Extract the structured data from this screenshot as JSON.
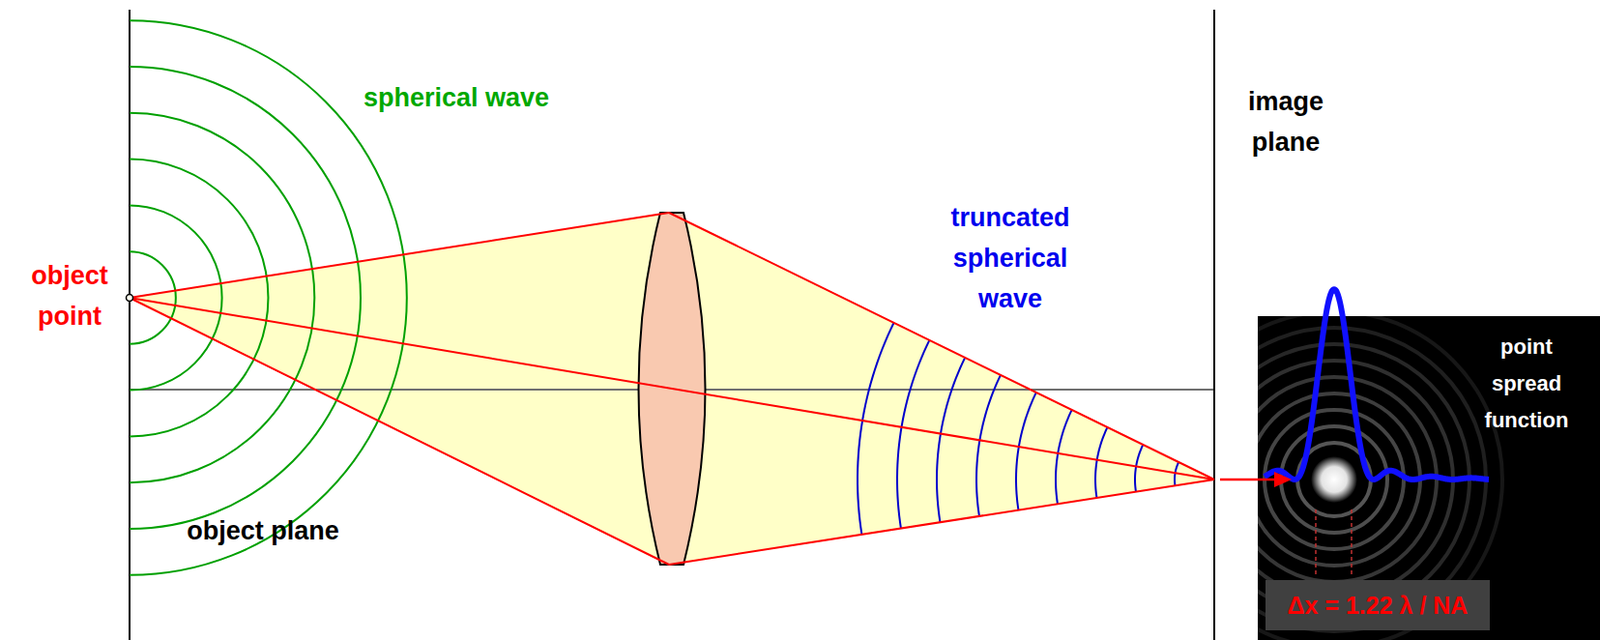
{
  "diagram": {
    "nodes": [
      {
        "text": [
          "point spread function"
        ]
      },
      {
        "text": [
          "Δx = 1.22 λ / NA"
        ],
        "in": 0
      }
    ],
    "labels": [
      "spherical wave",
      "object point",
      "truncated spherical wave",
      "image plane",
      "object plane"
    ]
  }
}
